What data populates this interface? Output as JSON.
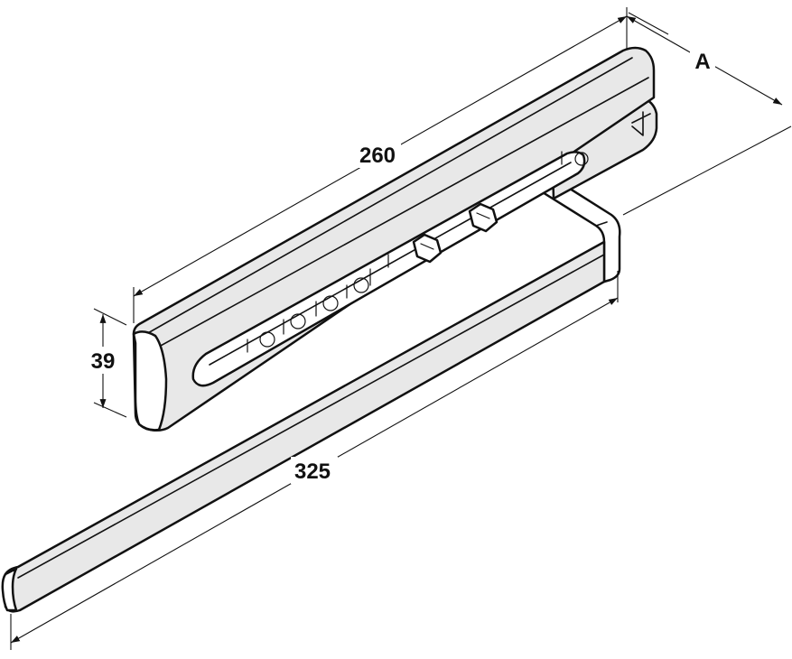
{
  "dimensions": {
    "overall_length": "325",
    "rail_length": "260",
    "rail_height": "39",
    "offset": "A"
  },
  "colors": {
    "line": "#111111",
    "fill": "#e8e8e8",
    "background": "#ffffff"
  }
}
